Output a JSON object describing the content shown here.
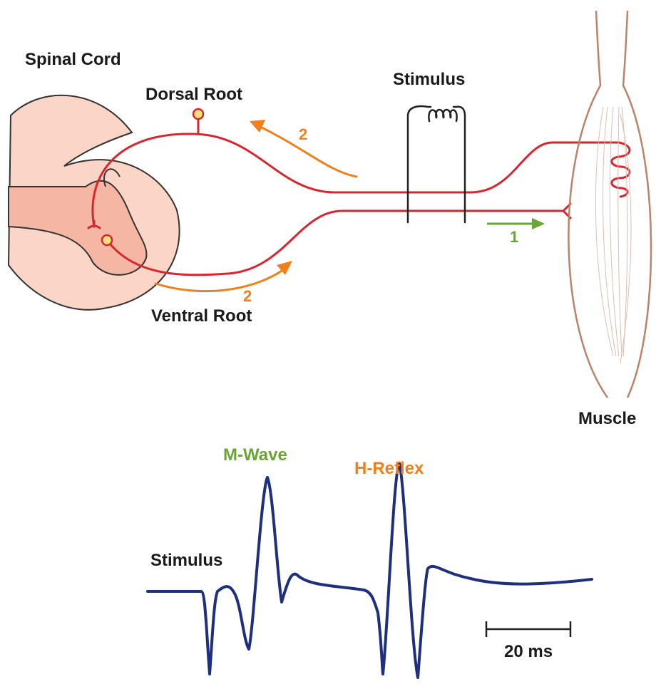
{
  "labels": {
    "spinal_cord": "Spinal Cord",
    "dorsal_root": "Dorsal Root",
    "ventral_root": "Ventral Root",
    "stimulus_top": "Stimulus",
    "muscle": "Muscle",
    "m_wave": "M-Wave",
    "h_reflex": "H-Reflex",
    "stimulus_trace": "Stimulus",
    "scale_bar": "20 ms",
    "path_1": "1",
    "path_2_dorsal": "2",
    "path_2_ventral": "2"
  },
  "colors": {
    "nerve": "#d7262f",
    "orange": "#f07f1c",
    "green": "#6aa534",
    "trace": "#1e2f7d",
    "spinal_fill": "#fbd5c6",
    "grey_matter": "#f5b7a3",
    "muscle_outline": "#b9846a",
    "text": "#1a1a1a",
    "neuron_body": "#f7e07a"
  }
}
